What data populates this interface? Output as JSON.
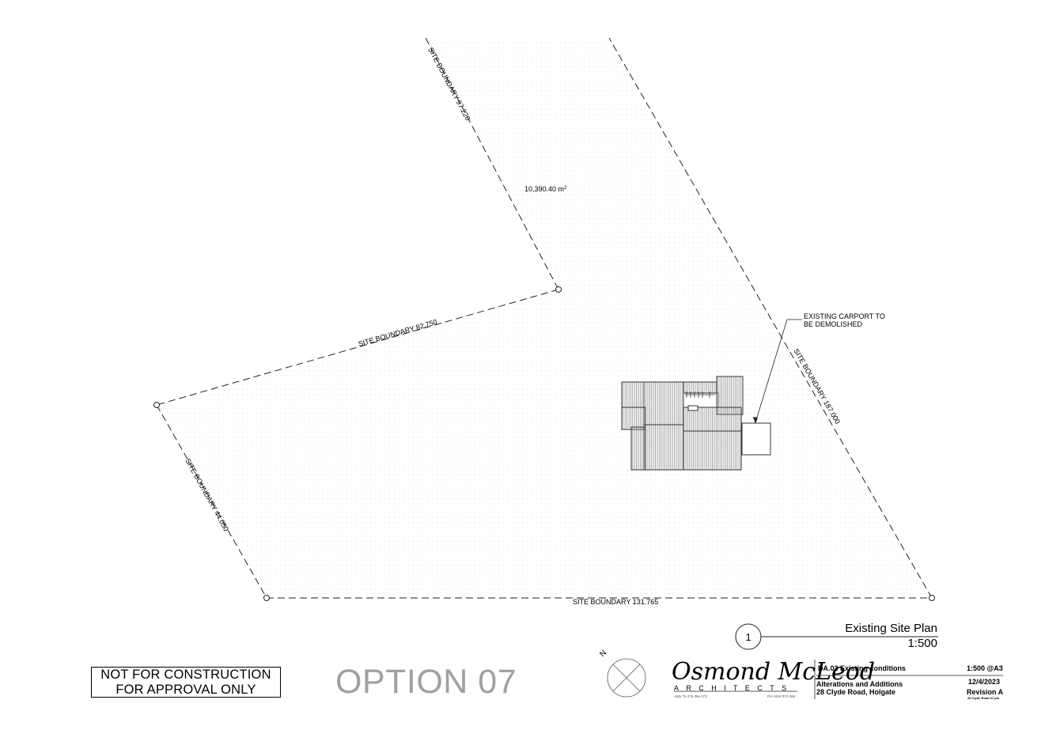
{
  "site": {
    "area_value": "10,390.40 m",
    "area_unit_sup": "2",
    "boundaries": {
      "top_left": "SITE BOUNDARY 97.220",
      "middle": "SITE BOUNDARY 82.750",
      "right": "SITE BOUNDARY 187.000",
      "left": "SITE BOUNDARY 44.050",
      "bottom": "SITE BOUNDARY 131.765"
    },
    "note_line1": "EXISTING CARPORT TO",
    "note_line2": "BE DEMOLISHED"
  },
  "view": {
    "number": "1",
    "title": "Existing Site Plan",
    "scale": "1:500"
  },
  "stamp": {
    "line1": "NOT FOR CONSTRUCTION",
    "line2": "FOR APPROVAL ONLY"
  },
  "option_label": "OPTION 07",
  "north_label": "N",
  "logo": {
    "name": "Osmond McLeod",
    "sub": "ARCHITECTS",
    "abn": "ABN  76 275 366 373",
    "phone": "PH 0404 073 366"
  },
  "title_block": {
    "sheet": "DA.03  Existing conditions",
    "scale": "1:500 @A3",
    "project": "Alterations and Additions",
    "date": "12/4/2023",
    "address": "28 Clyde Road, Holgate",
    "revision": "Revision A",
    "file": "28 Clyde Road 07.pln"
  }
}
